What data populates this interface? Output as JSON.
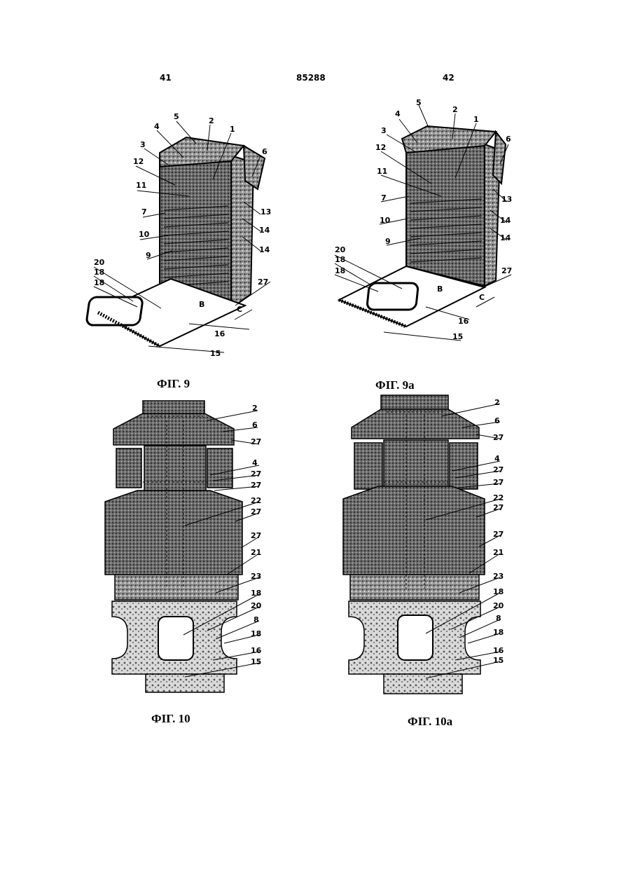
{
  "header": {
    "left_page": "41",
    "center_number": "85288",
    "right_page": "42"
  },
  "figures": {
    "fig9": {
      "caption": "ФІГ. 9",
      "labels": [
        "5",
        "2",
        "4",
        "1",
        "3",
        "6",
        "12",
        "11",
        "13",
        "7",
        "14",
        "10",
        "14",
        "9",
        "20",
        "18",
        "18",
        "27",
        "B",
        "C",
        "16",
        "15"
      ]
    },
    "fig9a": {
      "caption": "ФІГ. 9а",
      "labels": [
        "5",
        "2",
        "4",
        "1",
        "3",
        "6",
        "12",
        "11",
        "13",
        "7",
        "14",
        "10",
        "14",
        "9",
        "20",
        "18",
        "18",
        "27",
        "B",
        "C",
        "16",
        "15"
      ]
    },
    "fig10": {
      "caption": "ФІГ. 10",
      "labels": [
        "2",
        "6",
        "27",
        "4",
        "27",
        "27",
        "22",
        "27",
        "27",
        "21",
        "23",
        "18",
        "20",
        "8",
        "18",
        "16",
        "15"
      ]
    },
    "fig10a": {
      "caption": "ФІГ. 10а",
      "labels": [
        "2",
        "6",
        "27",
        "4",
        "27",
        "27",
        "22",
        "27",
        "27",
        "21",
        "23",
        "18",
        "20",
        "8",
        "18",
        "16",
        "15"
      ]
    }
  },
  "colors": {
    "ink": "#000000",
    "paper": "#ffffff",
    "stipple": "#5a5a5a"
  }
}
